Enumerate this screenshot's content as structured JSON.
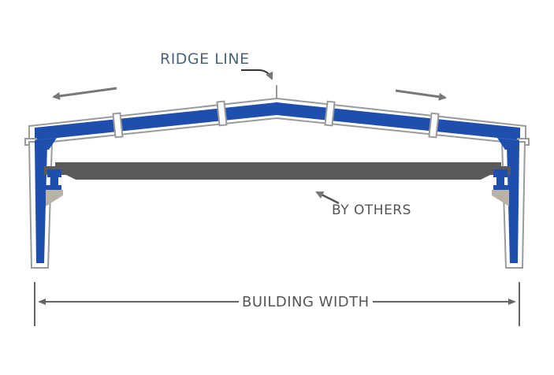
{
  "labels": {
    "ridge_line": "RIDGE LINE",
    "by_others": "BY OTHERS",
    "building_width": "BUILDING WIDTH"
  },
  "colors": {
    "steel_blue": "#1f4fae",
    "outline": "#9a9a9a",
    "crane_beam": "#5a5a5a",
    "bracket": "#b8b3a6",
    "arrow": "#777777",
    "ridge_text": "#4d6478",
    "text": "#555555"
  },
  "icons": {
    "slope_arrows": "arrow-icon",
    "pointer": "arrow-icon"
  }
}
